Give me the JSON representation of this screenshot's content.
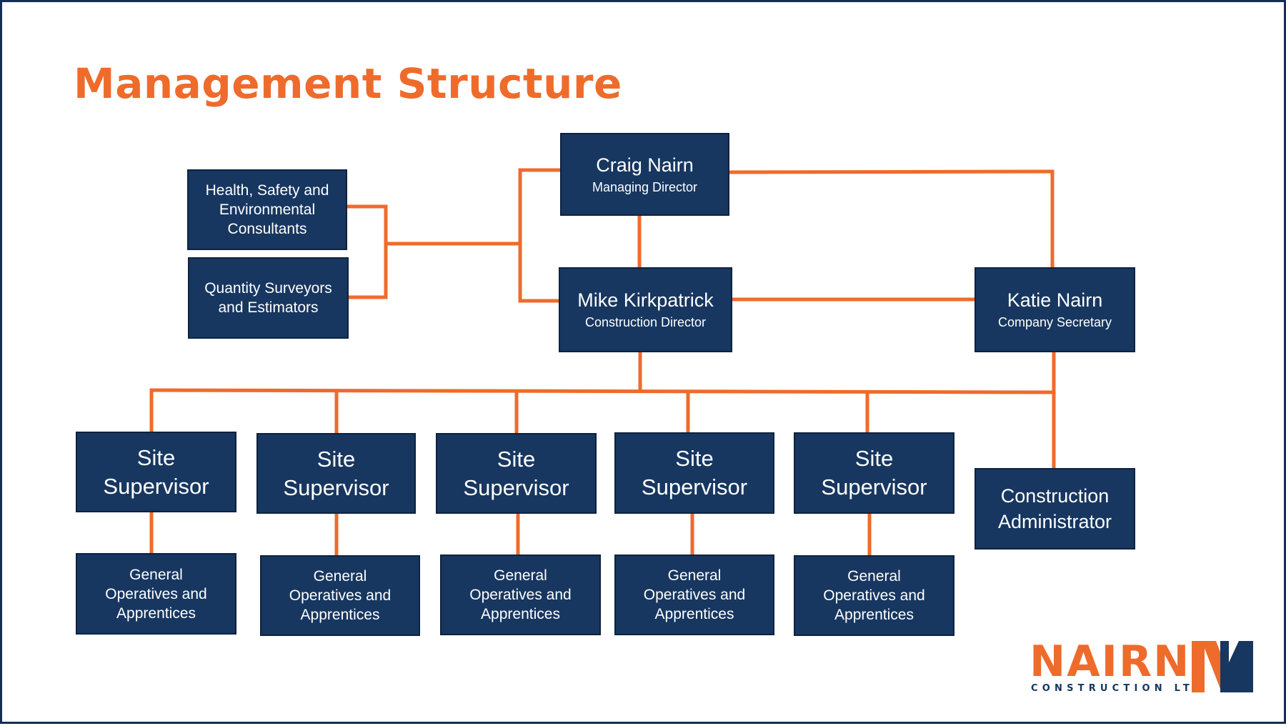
{
  "title": "Management Structure",
  "nodes": {
    "managing_director": {
      "name": "Craig Nairn",
      "role": "Managing Director"
    },
    "construction_director": {
      "name": "Mike Kirkpatrick",
      "role": "Construction Director"
    },
    "company_secretary": {
      "name": "Katie Nairn",
      "role": "Company Secretary"
    },
    "hse": {
      "label": "Health, Safety and Environmental Consultants"
    },
    "qs": {
      "label": "Quantity Surveyors and Estimators"
    },
    "administrator": {
      "label": "Construction Administrator"
    },
    "site_supervisors": [
      {
        "label": "Site Supervisor"
      },
      {
        "label": "Site Supervisor"
      },
      {
        "label": "Site Supervisor"
      },
      {
        "label": "Site Supervisor"
      },
      {
        "label": "Site Supervisor"
      }
    ],
    "operatives": [
      {
        "label": "General Operatives and Apprentices"
      },
      {
        "label": "General Operatives and Apprentices"
      },
      {
        "label": "General Operatives and Apprentices"
      },
      {
        "label": "General Operatives and Apprentices"
      },
      {
        "label": "General Operatives and Apprentices"
      }
    ]
  },
  "logo": {
    "word": "NAIRN",
    "subtitle": "CONSTRUCTION LTD"
  },
  "colors": {
    "accent": "#ef6b2b",
    "box": "#173760",
    "border": "#132f55"
  }
}
